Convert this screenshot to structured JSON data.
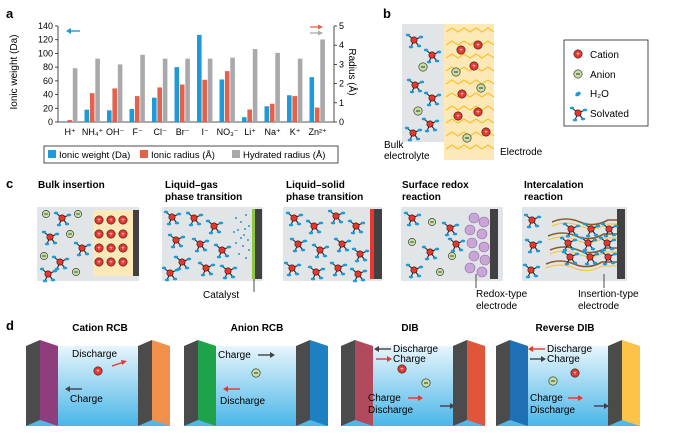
{
  "panel_letters": {
    "a": "a",
    "b": "b",
    "c": "c",
    "d": "d"
  },
  "chart_data": {
    "type": "bar",
    "categories": [
      "H⁺",
      "NH₄⁺",
      "OH⁻",
      "F⁻",
      "Cl⁻",
      "Br⁻",
      "I⁻",
      "NO₃⁻",
      "Li⁺",
      "Na⁺",
      "K⁺",
      "Zn²⁺"
    ],
    "ylabel_left": "Ionic weight (Da)",
    "ylabel_right": "Radius (Å)",
    "ylim_left": [
      0,
      140
    ],
    "ylim_right": [
      0,
      5
    ],
    "yticks_left": [
      "0",
      "20",
      "40",
      "60",
      "80",
      "100",
      "120",
      "140"
    ],
    "yticks_right": [
      "0",
      "1",
      "2",
      "3",
      "4",
      "5"
    ],
    "grid": false,
    "legend_placement": "bottom",
    "series": [
      {
        "name": "Ionic weight (Da)",
        "axis": "left",
        "color": "#1e9ad6",
        "values": [
          1,
          18,
          17,
          19,
          35.5,
          80,
          127,
          62,
          7,
          23,
          39,
          65.4
        ]
      },
      {
        "name": "Ionic radius (Å)",
        "axis": "right",
        "color": "#e2624b",
        "values": [
          0.1,
          1.5,
          1.75,
          1.35,
          1.8,
          1.95,
          2.2,
          2.65,
          0.65,
          0.95,
          1.35,
          0.75
        ]
      },
      {
        "name": "Hydrated radius (Å)",
        "axis": "right",
        "color": "#a7a9ac",
        "values": [
          2.8,
          3.3,
          3.0,
          3.5,
          3.3,
          3.3,
          3.3,
          3.35,
          3.8,
          3.6,
          3.3,
          4.3
        ]
      }
    ]
  },
  "panel_b": {
    "label_bulk": "Bulk",
    "label_electrolyte": "electrolyte",
    "label_electrode": "Electrode",
    "legend": {
      "cation": "Cation",
      "anion": "Anion",
      "water": "H₂O",
      "solvated": "Solvated"
    }
  },
  "panel_c": {
    "titles": [
      [
        "Bulk insertion"
      ],
      [
        "Liquid–gas",
        "phase transition"
      ],
      [
        "Liquid–solid",
        "phase transition"
      ],
      [
        "Surface redox",
        "reaction"
      ],
      [
        "Intercalation",
        "reaction"
      ]
    ],
    "catalyst": "Catalyst",
    "redox_electrode": [
      "Redox-type",
      "electrode"
    ],
    "insertion_electrode": [
      "Insertion-type",
      "electrode"
    ]
  },
  "panel_d": {
    "titles": [
      "Cation RCB",
      "Anion RCB",
      "DIB",
      "Reverse DIB"
    ],
    "discharge": "Discharge",
    "charge": "Charge"
  },
  "colors": {
    "blue": "#1e9ad6",
    "red": "#e2624b",
    "grey": "#a7a9ac",
    "electrolyte": "#a8d8f0",
    "electrode_gold": "#fbc02d"
  }
}
